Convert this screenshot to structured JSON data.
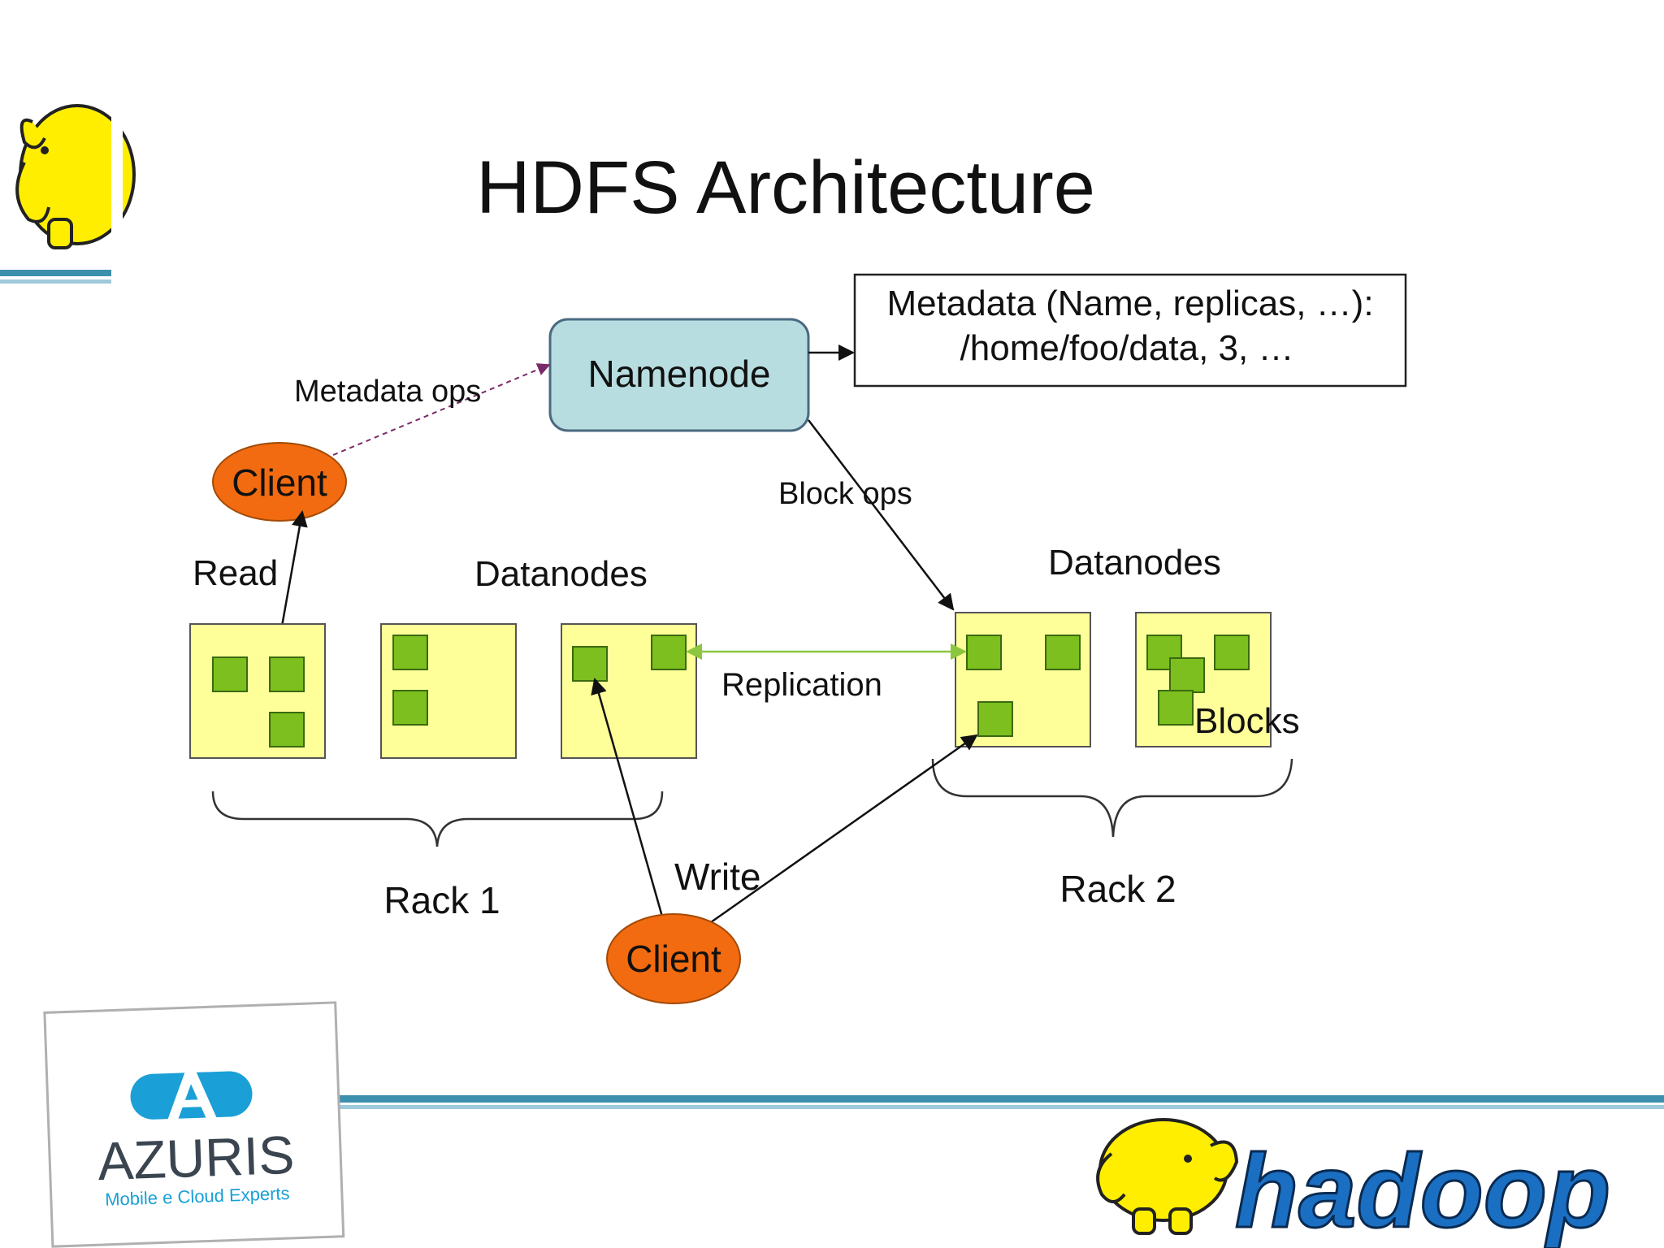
{
  "slide": {
    "title": "HDFS Architecture"
  },
  "namenode": {
    "label": "Namenode"
  },
  "metadata_box": {
    "line1": "Metadata (Name, replicas, …):",
    "line2": "/home/foo/data, 3, …"
  },
  "labels": {
    "metadata_ops": "Metadata ops",
    "block_ops": "Block ops",
    "read": "Read",
    "write": "Write",
    "replication": "Replication",
    "blocks": "Blocks"
  },
  "clients": {
    "top": "Client",
    "bottom": "Client"
  },
  "racks": [
    {
      "name": "Rack 1",
      "datanodes_label": "Datanodes"
    },
    {
      "name": "Rack 2",
      "datanodes_label": "Datanodes"
    }
  ],
  "branding": {
    "azuris_name": "AZURIS",
    "azuris_tagline": "Mobile e Cloud Experts",
    "hadoop_wordmark": "hadoop",
    "elephant_icon": "elephant-mascot-icon"
  },
  "colors": {
    "namenode_fill": "#b7dde0",
    "client_fill": "#f26b10",
    "datanode_fill": "#ffff99",
    "block_fill": "#7cbf1e",
    "accent_line": "#3d8fae",
    "replication_line": "#8cc63f",
    "metadata_ops_line": "#7a2a6a"
  }
}
